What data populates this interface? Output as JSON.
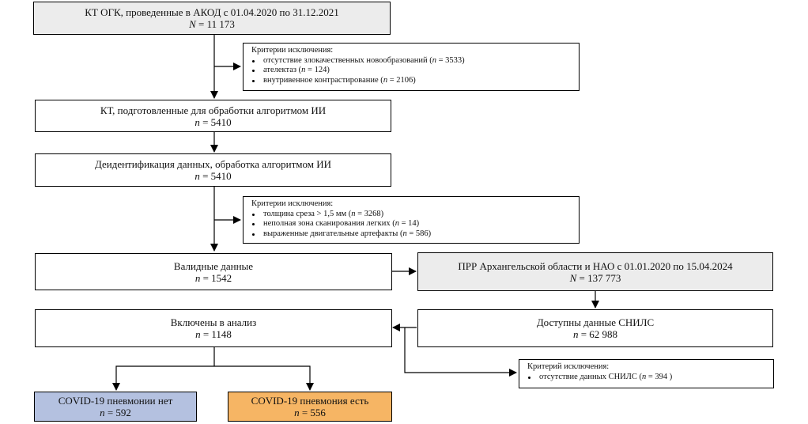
{
  "boxes": {
    "kt_ogk": {
      "title": "КТ ОГК, проведенные в АКОД с 01.04.2020 по 31.12.2021",
      "n_symbol": "N",
      "n_value": "= 11 173"
    },
    "exclusion1": {
      "title": "Критерии исключения:",
      "items": [
        {
          "text": "отсутствие злокачественных новообразований (",
          "n": "n",
          "value": " = 3533)"
        },
        {
          "text": "ателектаз (",
          "n": "n",
          "value": " = 124)"
        },
        {
          "text": "внутривенное контрастирование (",
          "n": "n",
          "value": " = 2106)"
        }
      ]
    },
    "kt_prepared": {
      "title": "КТ, подготовленные для обработки алгоритмом ИИ",
      "n_symbol": "n",
      "n_value": "= 5410"
    },
    "deidentification": {
      "title": "Деидентификация данных, обработка алгоритмом ИИ",
      "n_symbol": "n",
      "n_value": "= 5410"
    },
    "exclusion2": {
      "title": "Критерии исключения:",
      "items": [
        {
          "text": "толщина среза > 1,5 мм (",
          "n": "n",
          "value": " = 3268)"
        },
        {
          "text": "неполная зона сканирования легких (",
          "n": "n",
          "value": " = 14)"
        },
        {
          "text": "выраженные двигательные артефакты (",
          "n": "n",
          "value": " = 586)"
        }
      ]
    },
    "valid": {
      "title": "Валидные данные",
      "n_symbol": "n",
      "n_value": "= 1542"
    },
    "ppr": {
      "title": "ПРР Архангельской области и НАО с 01.01.2020 по 15.04.2024",
      "n_symbol": "N",
      "n_value": "= 137 773"
    },
    "snils": {
      "title": "Доступны данные СНИЛС",
      "n_symbol": "n",
      "n_value": "= 62 988"
    },
    "included": {
      "title": "Включены в анализ",
      "n_symbol": "n",
      "n_value": "= 1148"
    },
    "exclusion3": {
      "title": "Критерий исключения:",
      "items": [
        {
          "text": "отсутствие данных СНИЛС (",
          "n": "n",
          "value": " = 394 )"
        }
      ]
    },
    "covid_no": {
      "title": "COVID-19 пневмонии нет",
      "n_symbol": "n",
      "n_value": "= 592"
    },
    "covid_yes": {
      "title": "COVID-19 пневмония есть",
      "n_symbol": "n",
      "n_value": "= 556"
    }
  },
  "colors": {
    "gray_fill": "#ececec",
    "blue_fill": "#b4c1e0",
    "orange_fill": "#f6b564",
    "line": "#000000"
  }
}
